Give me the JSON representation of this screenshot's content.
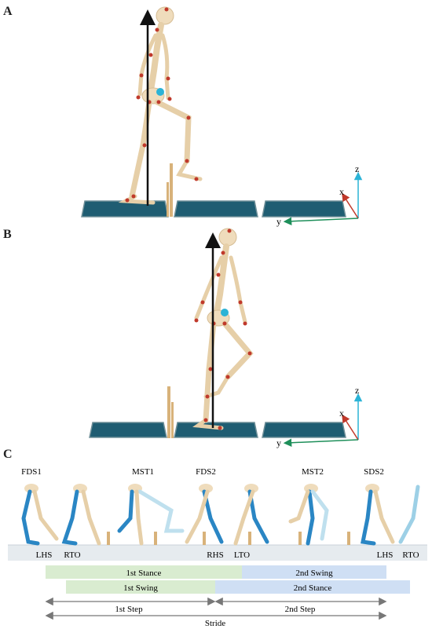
{
  "panels": {
    "a": "A",
    "b": "B",
    "c": "C"
  },
  "axes": {
    "x": "x",
    "y": "y",
    "z": "z"
  },
  "phases": [
    "FDS1",
    "MST1",
    "FDS2",
    "MST2",
    "SDS2"
  ],
  "events": [
    "LHS",
    "RTO",
    "RHS",
    "LTO",
    "LHS",
    "RTO"
  ],
  "bars": {
    "stance1": "1st Stance",
    "swing2": "2nd Swing",
    "swing1": "1st Swing",
    "stance2": "2nd Stance"
  },
  "arrows": {
    "step1": "1st Step",
    "step2": "2nd Step",
    "stride": "Stride"
  },
  "colors": {
    "plate": "#1f5d72",
    "bone": "#e6cfa8",
    "marker": "#c0392b",
    "limb": "#2a86c4",
    "stance_bar": "#d9ecd0",
    "swing_bar": "#cfdff4"
  }
}
